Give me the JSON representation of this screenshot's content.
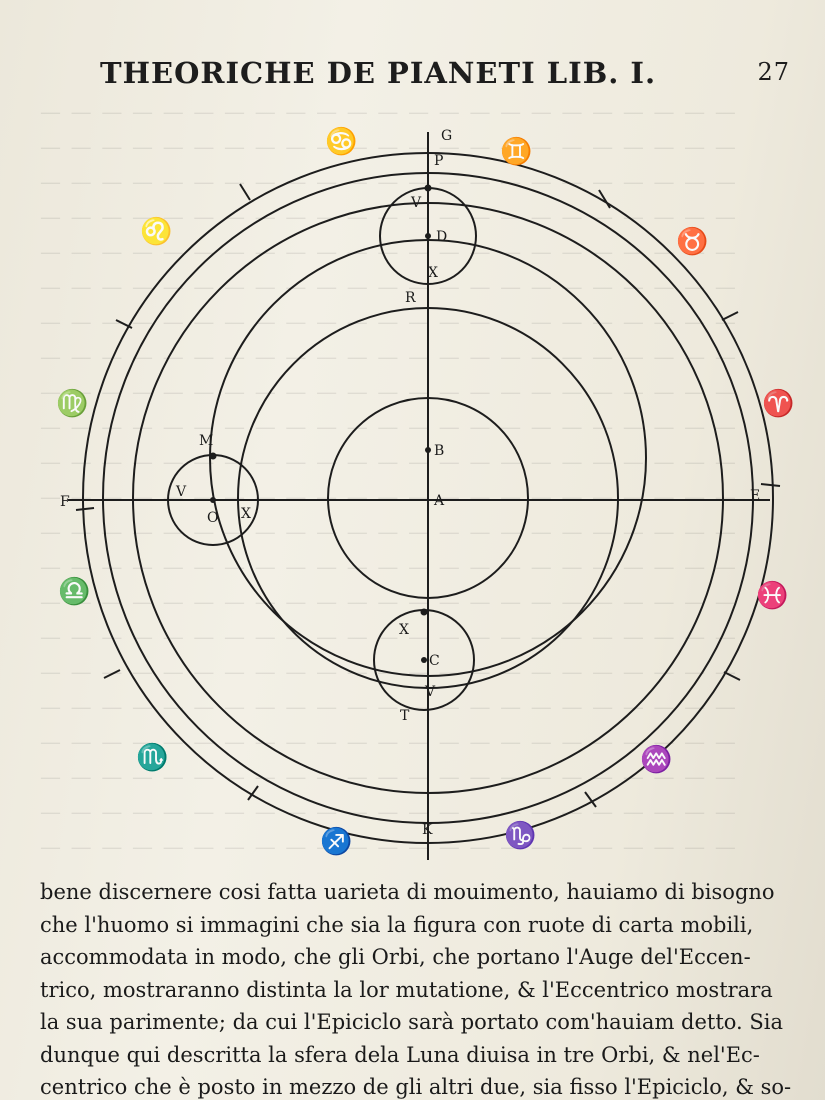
{
  "header": {
    "title": "THEORICHE DE PIANETI LIB. I.",
    "folio": "27"
  },
  "diagram": {
    "labels": {
      "G": "G",
      "P": "P",
      "V_top": "V",
      "D": "D",
      "X_top": "X",
      "R": "R",
      "B": "B",
      "A": "A",
      "M": "M",
      "V_left": "V",
      "O": "O",
      "X_left": "X",
      "F": "F",
      "E": "E",
      "X_bottom": "X",
      "C": "C",
      "V_bottom": "V",
      "T": "T",
      "K": "K"
    },
    "zodiac": {
      "leo": "♌",
      "cancer": "♋",
      "gemini": "♊",
      "taurus": "♉",
      "virgo": "♍",
      "aries": "♈",
      "libra": "♎",
      "pisces": "♓",
      "scorpio": "♏",
      "aquarius": "♒",
      "sagittarius": "♐",
      "capricorn": "♑"
    }
  },
  "body": {
    "lines": [
      "bene discernere cosi fatta uarieta di mouimento, hauiamo di bisogno",
      "che l'huomo si immagini che sia la figura con ruote di carta mobili,",
      "accommodata in modo, che gli Orbi, che portano l'Auge del'Eccen-",
      "trico, mostraranno distinta la lor mutatione, & l'Eccentrico mostrara",
      "la sua parimente; da cui l'Epiciclo sarà portato com'hauiam detto. Sia",
      "dunque qui descritta la sfera dela Luna diuisa in tre Orbi, & nel'Ec-",
      "centrico che è posto in mezzo de gli altri due, sia fisso l'Epiciclo, & so-"
    ]
  }
}
